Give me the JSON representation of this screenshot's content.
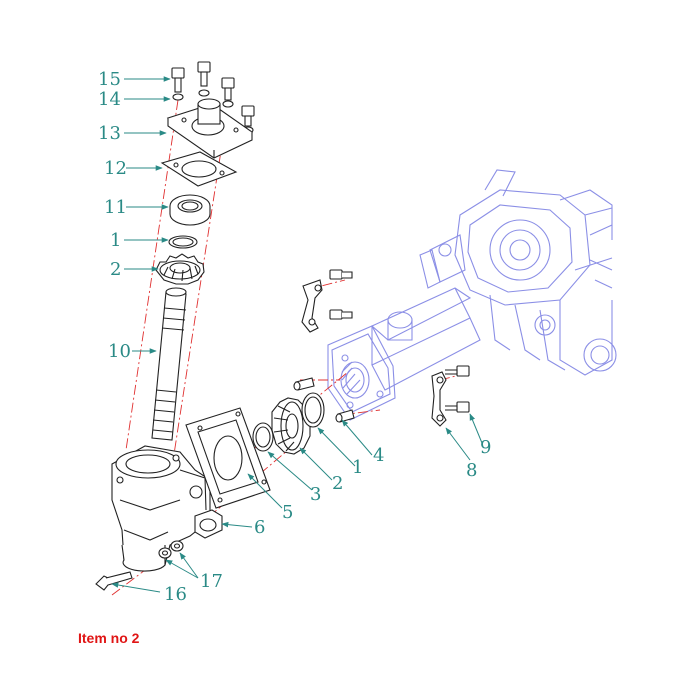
{
  "colors": {
    "callout": "#2a8a86",
    "part_line": "#222222",
    "assembly_line": "#8b8fe6",
    "center_line": "#e03030",
    "caption": "#e01515"
  },
  "callouts": {
    "c1a": "1",
    "c1b": "1",
    "c2a": "2",
    "c2b": "2",
    "c3": "3",
    "c4": "4",
    "c5": "5",
    "c6": "6",
    "c8": "8",
    "c9": "9",
    "c10": "10",
    "c11": "11",
    "c12": "12",
    "c13": "13",
    "c14": "14",
    "c15": "15",
    "c16": "16",
    "c17": "17"
  },
  "caption": "Item no 2"
}
